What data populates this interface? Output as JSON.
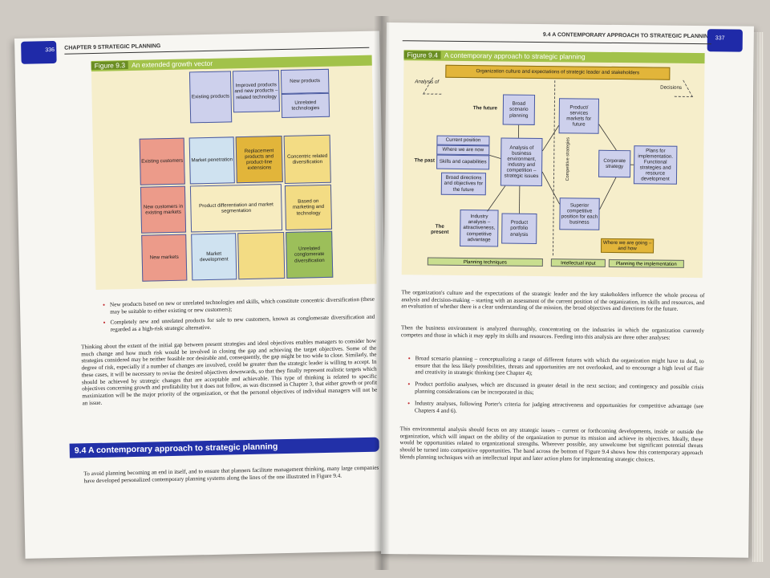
{
  "left": {
    "page_number": "336",
    "running_head": "CHAPTER 9   STRATEGIC PLANNING",
    "figure": {
      "label": "Figure 9.3",
      "title": "An extended growth vector",
      "top_row": [
        "Existing products",
        "Improved products and new products – related technology",
        "New products",
        "Unrelated technologies"
      ],
      "left_col": [
        "Existing customers",
        "New customers in existing markets",
        "New markets"
      ],
      "cells": {
        "market_penetration": "Market penetration",
        "replacement": "Replacement products and product-line extensions",
        "concentric": "Concentric related diversification",
        "product_diff": "Product differentiation and market segmentation",
        "based_on": "Based on marketing and technology",
        "market_dev": "Market development",
        "unrelated_conglomerate": "Unrelated conglomerate diversification"
      }
    },
    "bullets": [
      "New products based on new or unrelated technologies and skills, which constitute concentric diversification (these may be suitable to either existing or new customers);",
      "Completely new and unrelated products for sale to new customers, known as conglomerate diversification and regarded as a high-risk strategic alternative."
    ],
    "paragraph1": "Thinking about the extent of the initial gap between present strategies and ideal objectives enables managers to consider how much change and how much risk would be involved in closing the gap and achieving the target objectives. Some of the strategies considered may be neither feasible nor desirable and, consequently, the gap might be too wide to close. Similarly, the degree of risk, especially if a number of changes are involved, could be greater than the strategic leader is willing to accept. In these cases, it will be necessary to revise the desired objectives downwards, so that they finally represent realistic targets which should be achieved by strategic changes that are acceptable and achievable. This type of thinking is related to specific objectives concerning growth and profitability but it does not follow, as was discussed in Chapter 3, that either growth or profit maximization will be the major priority of the organization, or that the personal objectives of individual managers will not be an issue.",
    "section_title": "9.4  A contemporary approach to strategic planning",
    "paragraph2": "To avoid planning becoming an end in itself, and to ensure that planners facilitate management thinking, many large companies have developed personalized contemporary planning systems along the lines of the one illustrated in Figure 9.4."
  },
  "right": {
    "page_number": "337",
    "running_head": "9.4   A CONTEMPORARY APPROACH TO STRATEGIC PLANNING",
    "figure": {
      "label": "Figure 9.4",
      "title": "A contemporary approach to strategic planning",
      "banner": "Organization culture and expectations of strategic leader and stakeholders",
      "analysis_of": "Analysis of",
      "decisions": "Decisions",
      "the_future": "The future",
      "the_past": "The past",
      "the_present": "The present",
      "broad_scenario": "Broad scenario planning",
      "current_position": "Current position",
      "where_we_are_now": "Where we are now",
      "skills": "Skills and capabilities",
      "broad_directions": "Broad directions and objectives for the future",
      "analysis_issues": "Analysis of business environment, industry and competition – strategic issues",
      "industry_analysis": "Industry analysis – attractiveness, competitive advantage",
      "product_portfolio": "Product portfolio analysis",
      "product_services": "Product/ services markets for future",
      "competitive_strategies": "Competitive strategies",
      "corporate_strategy": "Corporate strategy",
      "plans": "Plans for implementation. Functional strategies and resource development",
      "superior_position": "Superior competitive position for each business",
      "where_going": "Where we are going – and how",
      "band": [
        "Planning techniques",
        "Intellectual input",
        "Planning the implementation"
      ]
    },
    "paragraph1": "The organization's culture and the expectations of the strategic leader and the key stakeholders influence the whole process of analysis and decision-making – starting with an assessment of the current position of the organization, its skills and resources, and an evaluation of whether there is a clear understanding of the mission, the broad objectives and directions for the future.",
    "paragraph2": "Then the business environment is analyzed thoroughly, concentrating on the industries in which the organization currently competes and those in which it may apply its skills and resources. Feeding into this analysis are three other analyses:",
    "bullets": [
      "Broad scenario planning – conceptualizing a range of different futures with which the organization might have to deal, to ensure that the less likely possibilities, threats and opportunities are not overlooked, and to encourage a high level of flair and creativity in strategic thinking (see Chapter 4);",
      "Product portfolio analyses, which are discussed in greater detail in the next section; and contingency and possible crisis planning considerations can be incorporated in this;",
      "Industry analyses, following Porter's criteria for judging attractiveness and opportunities for competitive advantage (see Chapters 4 and 6)."
    ],
    "paragraph3": "This environmental analysis should focus on any strategic issues – current or forthcoming developments, inside or outside the organization, which will impact on the ability of the organization to pursue its mission and achieve its objectives. Ideally, these would be opportunities related to organizational strengths. Wherever possible, any unwelcome but significant potential threats should be turned into competitive opportunities. The band across the bottom of Figure 9.4 shows how this contemporary approach blends planning techniques with an intellectual input and later action plans for implementing strategic choices."
  },
  "colors": {
    "accent_blue": "#2230a8",
    "figure_green": "#a2c24a",
    "bullet_red": "#c0282d"
  }
}
